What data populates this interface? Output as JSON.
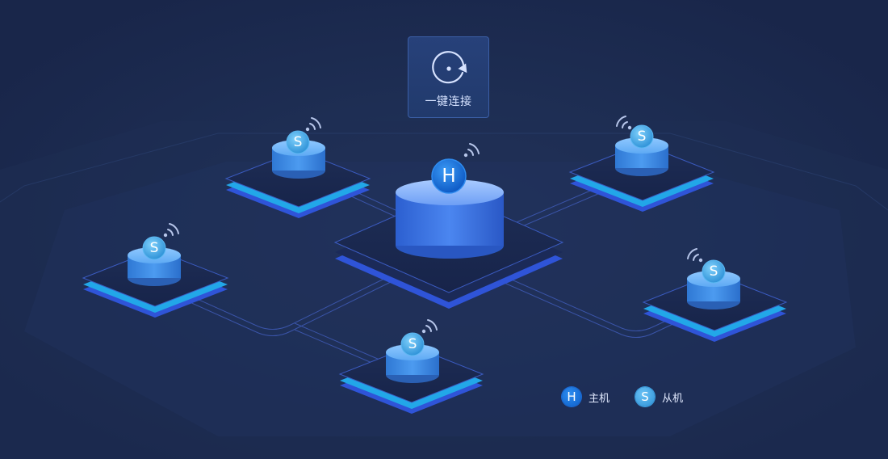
{
  "connect_button": {
    "label": "一键连接",
    "icon": "rotate-connect-icon"
  },
  "nodes": {
    "host": {
      "badge": "H"
    },
    "slaves": [
      {
        "badge": "S"
      },
      {
        "badge": "S"
      },
      {
        "badge": "S"
      },
      {
        "badge": "S"
      },
      {
        "badge": "S"
      }
    ]
  },
  "legend": {
    "host_badge": "H",
    "host_label": "主机",
    "slave_badge": "S",
    "slave_label": "从机"
  },
  "colors": {
    "background": "#1c2a4a",
    "panel_border": "#3b5ea6",
    "host_blue": "#1a6ad8",
    "slave_blue": "#3a9de0",
    "platform_edge": "#2f54d8"
  }
}
